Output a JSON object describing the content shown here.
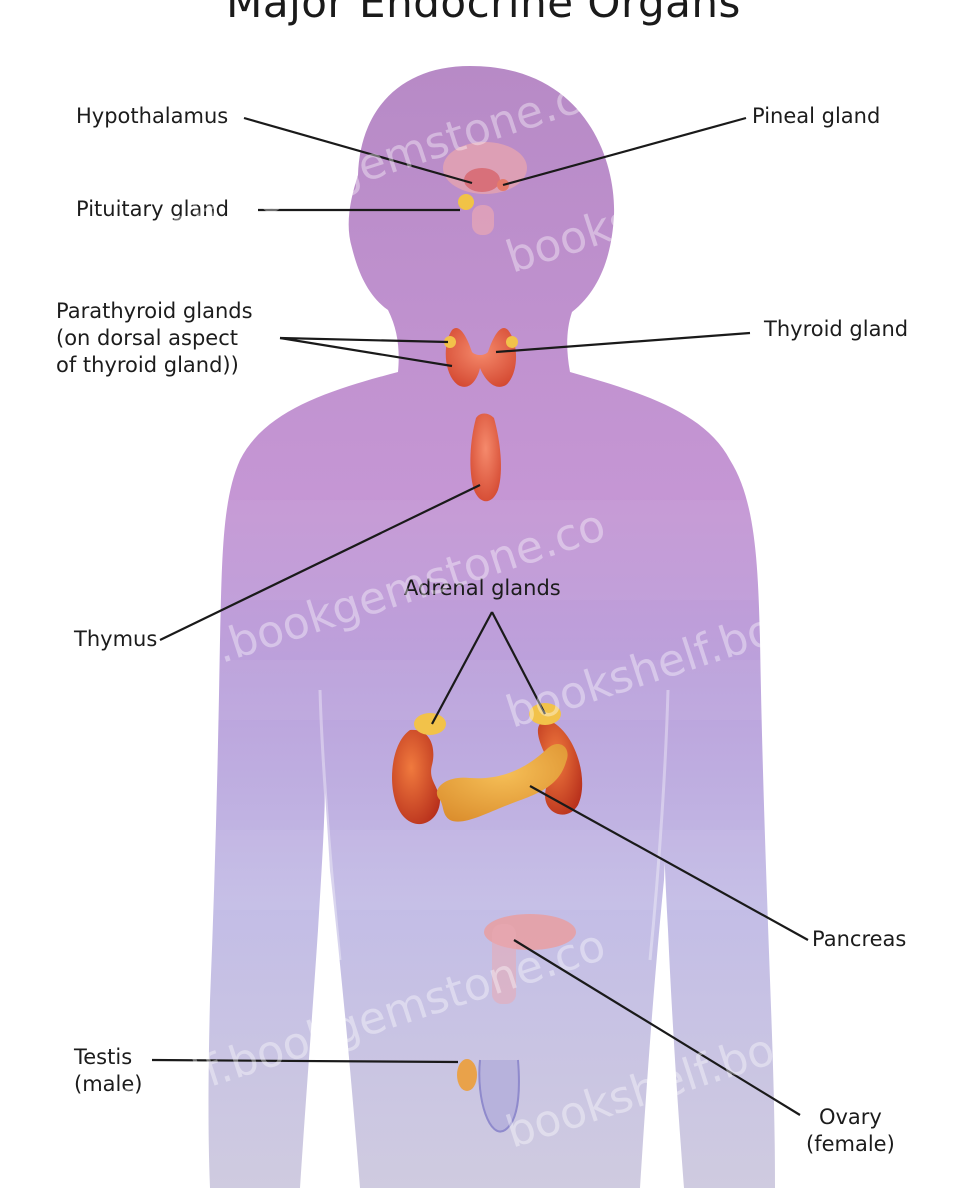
{
  "title": "Major Endocrine Organs",
  "labels": {
    "hypothalamus": "Hypothalamus",
    "pineal": "Pineal gland",
    "pituitary": "Pituitary gland",
    "parathyroid": [
      "Parathyroid glands",
      "(on dorsal aspect",
      "of thyroid gland))"
    ],
    "thyroid": "Thyroid gland",
    "thymus": "Thymus",
    "adrenal": "Adrenal glands",
    "pancreas": "Pancreas",
    "testis": [
      "Testis",
      "(male)"
    ],
    "ovary": [
      "Ovary",
      "(female)"
    ]
  },
  "watermark": "bookshelf.bookgemstone.co",
  "colors": {
    "body_top": "#b58ac4",
    "body_bottom": "#c4c4e0",
    "leader": "#1a1a1a",
    "organ_red": "#d84a2a",
    "organ_yellow": "#f2c24a",
    "organ_pink": "#e7a0a4"
  }
}
